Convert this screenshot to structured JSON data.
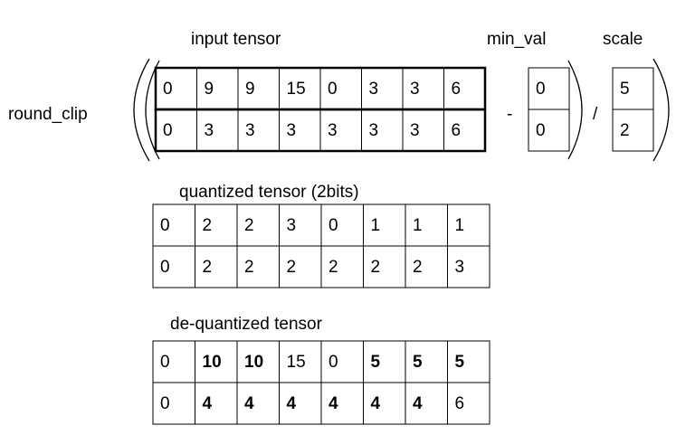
{
  "labels": {
    "input_title": "input tensor",
    "min_title": "min_val",
    "scale_title": "scale",
    "func_name": "round_clip",
    "minus_op": "-",
    "div_op": "/",
    "quant_title": "quantized tensor (2bits)",
    "deq_title": "de-quantized tensor"
  },
  "input_tensor": [
    [
      "0",
      "9",
      "9",
      "15",
      "0",
      "3",
      "3",
      "6"
    ],
    [
      "0",
      "3",
      "3",
      "3",
      "3",
      "3",
      "3",
      "6"
    ]
  ],
  "min_val": [
    "0",
    "0"
  ],
  "scale": [
    "5",
    "2"
  ],
  "quantized_tensor": [
    [
      "0",
      "2",
      "2",
      "3",
      "0",
      "1",
      "1",
      "1"
    ],
    [
      "0",
      "2",
      "2",
      "2",
      "2",
      "2",
      "2",
      "3"
    ]
  ],
  "dequantized_tensor": [
    [
      "0",
      "10",
      "10",
      "15",
      "0",
      "5",
      "5",
      "5"
    ],
    [
      "0",
      "4",
      "4",
      "4",
      "4",
      "4",
      "4",
      "6"
    ]
  ],
  "dequantized_changed": [
    [
      false,
      true,
      true,
      false,
      false,
      true,
      true,
      true
    ],
    [
      false,
      true,
      true,
      true,
      true,
      true,
      true,
      false
    ]
  ]
}
